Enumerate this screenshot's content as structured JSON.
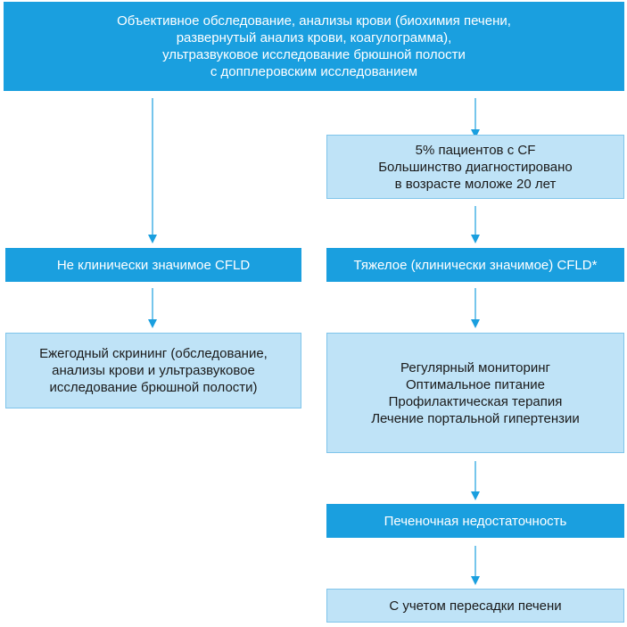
{
  "colors": {
    "dark_box": "#1a9fdf",
    "light_box": "#bfe3f7",
    "light_border": "#7fc4ea",
    "arrow": "#1a9fdf"
  },
  "top_box": {
    "lines": [
      "Объективное обследование, анализы крови (биохимия печени,",
      "развернутый анализ крови, коагулограмма),",
      "ультразвуковое исследование брюшной полости",
      "с допплеровским исследованием"
    ]
  },
  "prevalence_box": {
    "lines": [
      "5% пациентов с CF",
      "Большинство диагностировано",
      "в возрасте моложе 20 лет"
    ]
  },
  "non_significant_box": {
    "label": "Не клинически значимое CFLD"
  },
  "severe_box": {
    "label": "Тяжелое (клинически значимое) CFLD*"
  },
  "screening_box": {
    "lines": [
      "Ежегодный скрининг (обследование,",
      "анализы крови и ультразвуковое",
      "исследование брюшной полости)"
    ]
  },
  "management_box": {
    "lines": [
      "Регулярный мониторинг",
      "Оптимальное питание",
      "Профилактическая терапия",
      "Лечение портальной гипертензии"
    ]
  },
  "liver_failure_box": {
    "label": "Печеночная недостаточность"
  },
  "transplant_box": {
    "label": "С учетом пересадки печени"
  }
}
